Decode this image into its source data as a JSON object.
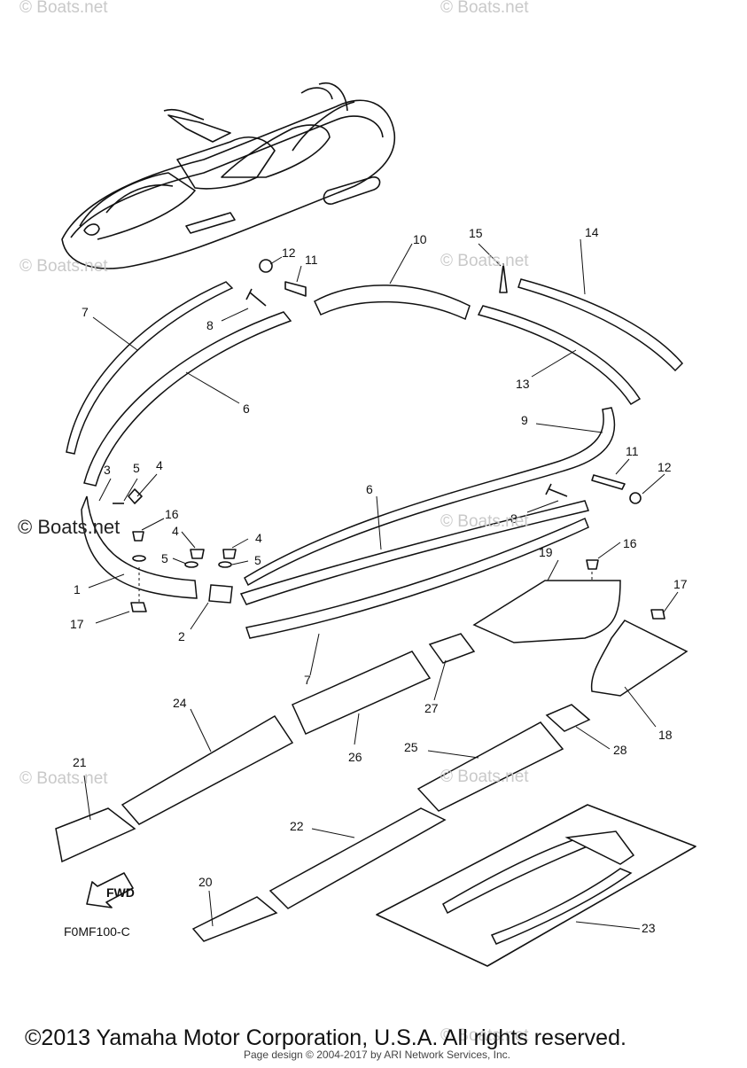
{
  "watermarks": [
    "© Boats.net",
    "© Boats.net",
    "© Boats.net",
    "© Boats.net",
    "© Boats.net",
    "© Boats.net",
    "© Boats.net",
    "© Boats.net"
  ],
  "watermark_left": "© Boats.net",
  "callouts": [
    "1",
    "2",
    "3",
    "4",
    "4",
    "4",
    "5",
    "5",
    "5",
    "6",
    "6",
    "7",
    "7",
    "8",
    "8",
    "9",
    "10",
    "11",
    "11",
    "12",
    "12",
    "13",
    "14",
    "15",
    "16",
    "16",
    "17",
    "17",
    "18",
    "19",
    "20",
    "21",
    "22",
    "23",
    "24",
    "25",
    "26",
    "27",
    "28"
  ],
  "fwd_label": "FWD",
  "figure_code": "F0MF100-C",
  "copyright": "©2013 Yamaha Motor Corporation, U.S.A. All rights reserved.",
  "page_design": "Page design © 2004-2017 by ARI Network Services, Inc."
}
